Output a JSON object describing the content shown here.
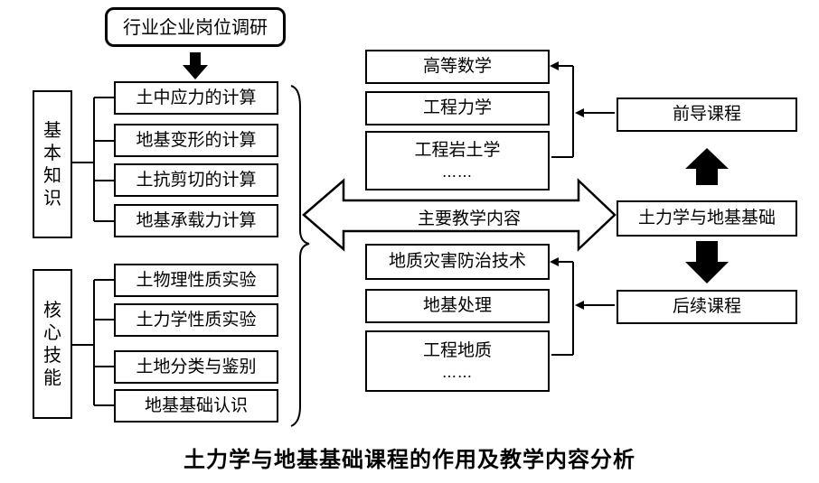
{
  "survey": {
    "label": "行业企业岗位调研"
  },
  "knowledge": {
    "group_label": [
      "基",
      "本",
      "知",
      "识"
    ],
    "items": [
      "土中应力的计算",
      "地基变形的计算",
      "土抗剪切的计算",
      "地基承载力计算"
    ]
  },
  "skills": {
    "group_label": [
      "核",
      "心",
      "技",
      "能"
    ],
    "items": [
      "土物理性质实验",
      "土力学性质实验",
      "土地分类与鉴别",
      "地基基础认识"
    ]
  },
  "prerequisite": {
    "label": "前导课程",
    "courses": [
      "高等数学",
      "工程力学",
      "工程岩土学"
    ],
    "ellipsis": "……"
  },
  "followup": {
    "label": "后续课程",
    "courses": [
      "地质灾害防治技术",
      "地基处理",
      "工程地质"
    ],
    "ellipsis": "……"
  },
  "center": {
    "course": "土力学与地基基础",
    "arrow_label": "主要教学内容"
  },
  "caption": "土力学与地基基础课程的作用及教学内容分析"
}
